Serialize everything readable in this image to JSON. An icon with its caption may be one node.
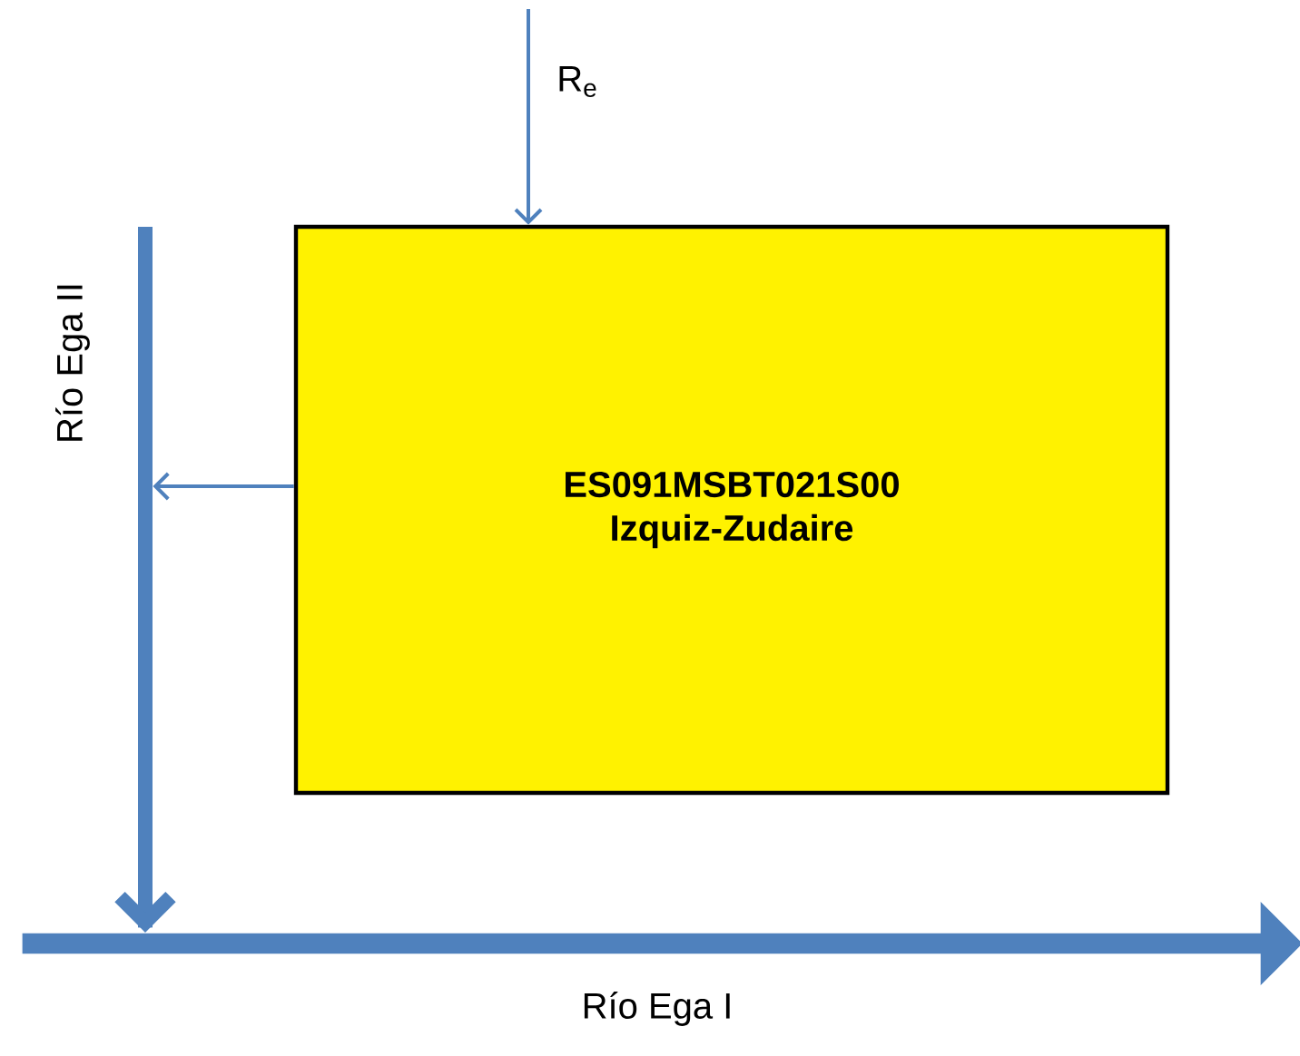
{
  "diagram": {
    "nodes": [
      {
        "text": [
          "ES091MSBT021S00",
          "Izquiz-Zudaire"
        ]
      },
      {
        "text": [
          "Río Ega II"
        ]
      },
      {
        "text": [
          "Río Ega I"
        ]
      }
    ],
    "edges": [
      {
        "from": null,
        "to": 0,
        "arrow": "to",
        "label": "R$_{e}$"
      },
      {
        "from": 0,
        "to": 1,
        "arrow": "to"
      },
      {
        "from": 1,
        "to": 2,
        "arrow": "to",
        "style": "thick"
      }
    ]
  }
}
